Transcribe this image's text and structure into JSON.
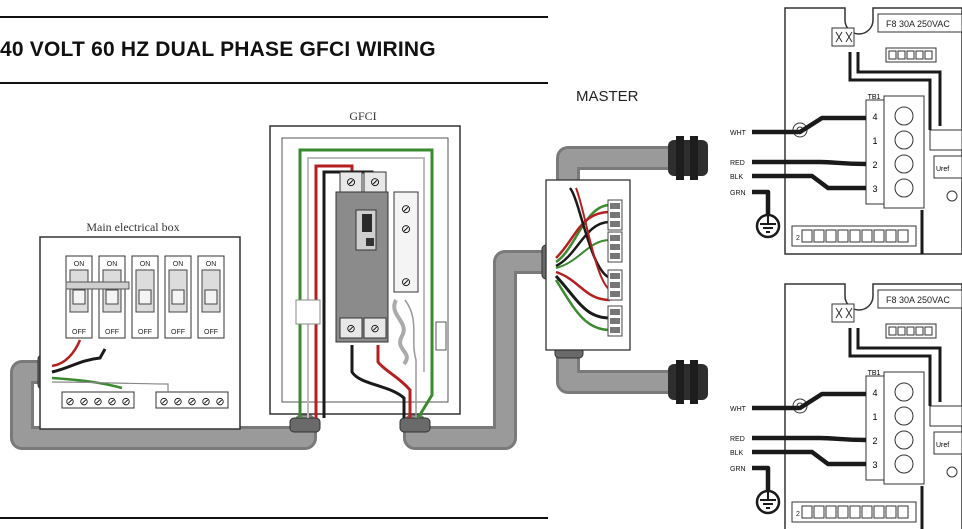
{
  "title": "40 VOLT 60 HZ DUAL PHASE GFCI WIRING",
  "labels": {
    "gfci": "GFCI",
    "main_box": "Main electrical box",
    "master": "MASTER"
  },
  "breakers": [
    {
      "on": "ON",
      "off": "OFF"
    },
    {
      "on": "ON",
      "off": "OFF"
    },
    {
      "on": "ON",
      "off": "OFF"
    },
    {
      "on": "ON",
      "off": "OFF"
    },
    {
      "on": "ON",
      "off": "OFF"
    }
  ],
  "boards": [
    {
      "fuse": "F8  30A  250VAC",
      "tb": "TB1",
      "terminals": [
        "4",
        "1",
        "2",
        "3"
      ],
      "wires": [
        "WHT",
        "RED",
        "BLK",
        "GRN"
      ],
      "misc": "Uref"
    },
    {
      "fuse": "F8  30A  250VAC",
      "tb": "TB1",
      "terminals": [
        "4",
        "1",
        "2",
        "3"
      ],
      "wires": [
        "WHT",
        "RED",
        "BLK",
        "GRN"
      ],
      "misc": "Uref"
    }
  ],
  "colors": {
    "conduit": "#8e8e8e",
    "wire_black": "#1a1a1a",
    "wire_red": "#b51f1f",
    "wire_green": "#3a8a2e",
    "wire_white": "#f4f4f4"
  }
}
